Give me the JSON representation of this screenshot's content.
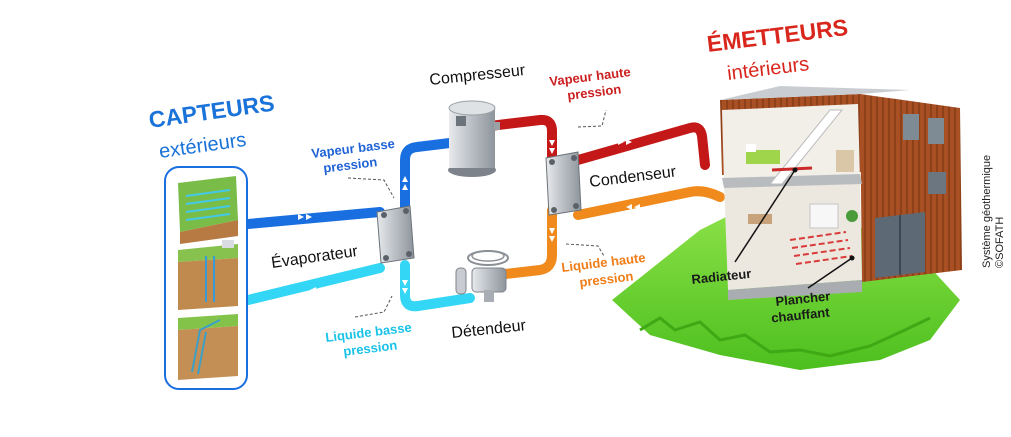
{
  "capteurs": {
    "title": "CAPTEURS",
    "subtitle": "extérieurs"
  },
  "emetteurs": {
    "title": "ÉMETTEURS",
    "subtitle": "intérieurs"
  },
  "components": {
    "compresseur": "Compresseur",
    "evaporateur": "Évaporateur",
    "condenseur": "Condenseur",
    "detendeur": "Détendeur"
  },
  "states": {
    "vapeur_basse": [
      "Vapeur basse",
      "pression"
    ],
    "liquide_basse": [
      "Liquide basse",
      "pression"
    ],
    "vapeur_haute": [
      "Vapeur haute",
      "pression"
    ],
    "liquide_haute": [
      "Liquide haute",
      "pression"
    ]
  },
  "house": {
    "radiateur": "Radiateur",
    "plancher": [
      "Plancher",
      "chauffant"
    ]
  },
  "credit": {
    "line1": "Système géothermique",
    "line2": "©SOFATH"
  },
  "colors": {
    "low_pressure_vapor": "#1a6fe0",
    "low_pressure_liquid": "#33d6f5",
    "high_pressure_vapor": "#c41818",
    "high_pressure_liquid": "#f08a1c",
    "heading_blue": "#1a73d9",
    "heading_red": "#d9261c"
  }
}
